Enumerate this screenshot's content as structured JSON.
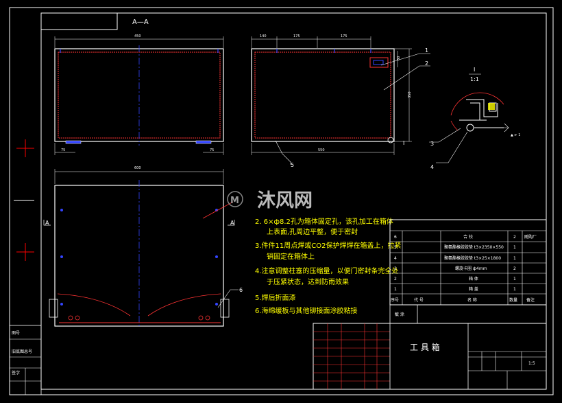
{
  "section_label": "A—A",
  "dims": {
    "front_top": "450",
    "side_top_1": "140",
    "side_top_2": "175",
    "side_top_3": "175",
    "front_bot_left": "75",
    "front_bot_right": "75",
    "side_bottom": "550",
    "side_right_height": "350",
    "side_right_top": "60",
    "plan_top": "600"
  },
  "callouts": [
    "1",
    "2",
    "3",
    "4",
    "5",
    "6",
    "Ⅰ"
  ],
  "detail": {
    "label": "Ⅰ",
    "scale": "1:1"
  },
  "section_marks": {
    "left": "A",
    "right": "A"
  },
  "notes": {
    "line1": "2. 6×ф8.2孔为箱体固定孔，该孔加工在箱体",
    "line1b": "上表面,孔周边平整，便于密封",
    "line2": "3.件件11周点焊或CO2保护焊焊在箱盖上，拉紧",
    "line2b": "销固定在箱体上",
    "line3": "4.注意调整柱塞的压缩量，以便门密封条完全处",
    "line3b": "于压紧状态，达到防雨效果",
    "line4": "5.焊后折面漆",
    "line5": "6.海绵缓板与其他铆接面涂胶粘接"
  },
  "watermark": "沐风网",
  "parts_table": {
    "header": [
      "序号",
      "代 号",
      "名 称",
      "数量",
      "备注"
    ],
    "rows": [
      {
        "no": "6",
        "name": "合  铰",
        "qty": "2",
        "note": "随购厂"
      },
      {
        "no": "5",
        "name": "聚氨酯橡胶胶垫 t3×2350×550",
        "qty": "1",
        "note": ""
      },
      {
        "no": "4",
        "name": "聚氨酯橡胶胶垫 t3×25×1800",
        "qty": "1",
        "note": ""
      },
      {
        "no": "3",
        "name": "螺旋卡圈 ф4mm",
        "qty": "2",
        "note": ""
      },
      {
        "no": "2",
        "name": "箱 体",
        "qty": "1",
        "note": ""
      },
      {
        "no": "1",
        "name": "箱 盖",
        "qty": "1",
        "note": ""
      }
    ]
  },
  "title_block": {
    "drawing_name": "工 具 箱",
    "scale": "1:5",
    "stamp": "敏 涂"
  }
}
